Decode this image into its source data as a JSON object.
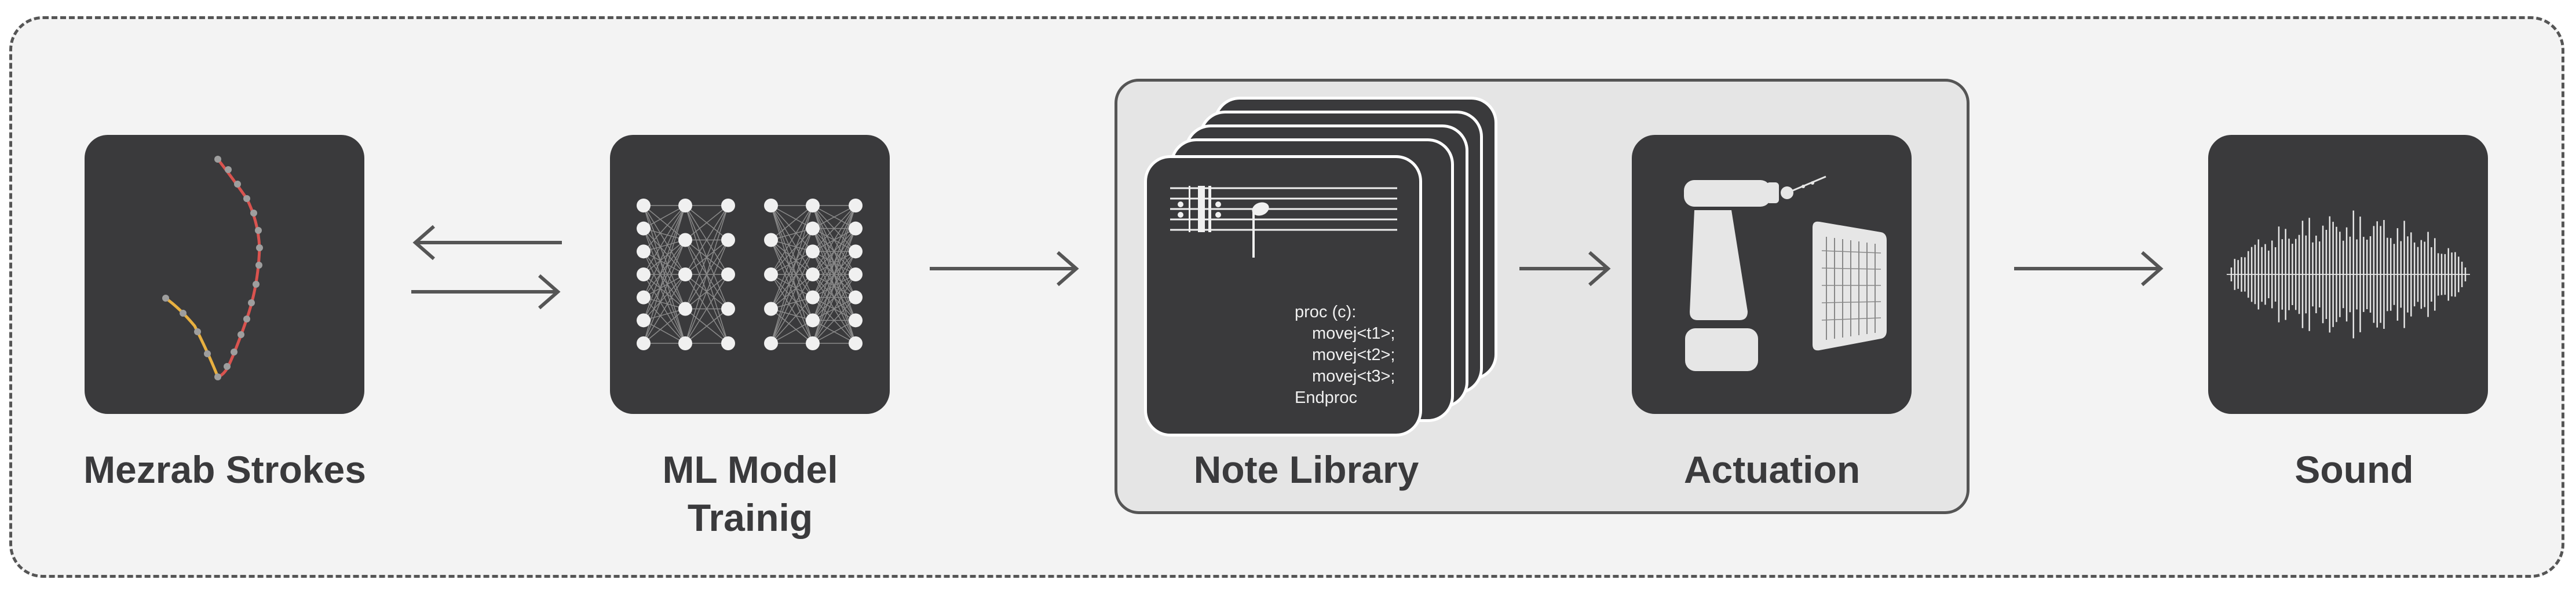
{
  "stages": {
    "strokes": {
      "label": "Mezrab Strokes"
    },
    "ml": {
      "label_line1": "ML Model",
      "label_line2": "Trainig"
    },
    "library": {
      "label": "Note Library",
      "code": [
        "proc (c):",
        "movej<t1>;",
        "movej<t2>;",
        "movej<t3>;",
        "Endproc"
      ]
    },
    "actuation": {
      "label": "Actuation"
    },
    "sound": {
      "label": "Sound"
    }
  },
  "colors": {
    "tile": "#3a3a3c",
    "arrow": "#555555",
    "stroke_line": "#d9534f",
    "stroke_line_tail": "#e8b040",
    "stroke_dots": "#9e9e9e"
  },
  "icons": [
    "stroke-trajectory-icon",
    "neural-network-icon",
    "sheet-music-icon",
    "robot-arm-icon",
    "santur-instrument-icon",
    "sound-waveform-icon"
  ]
}
